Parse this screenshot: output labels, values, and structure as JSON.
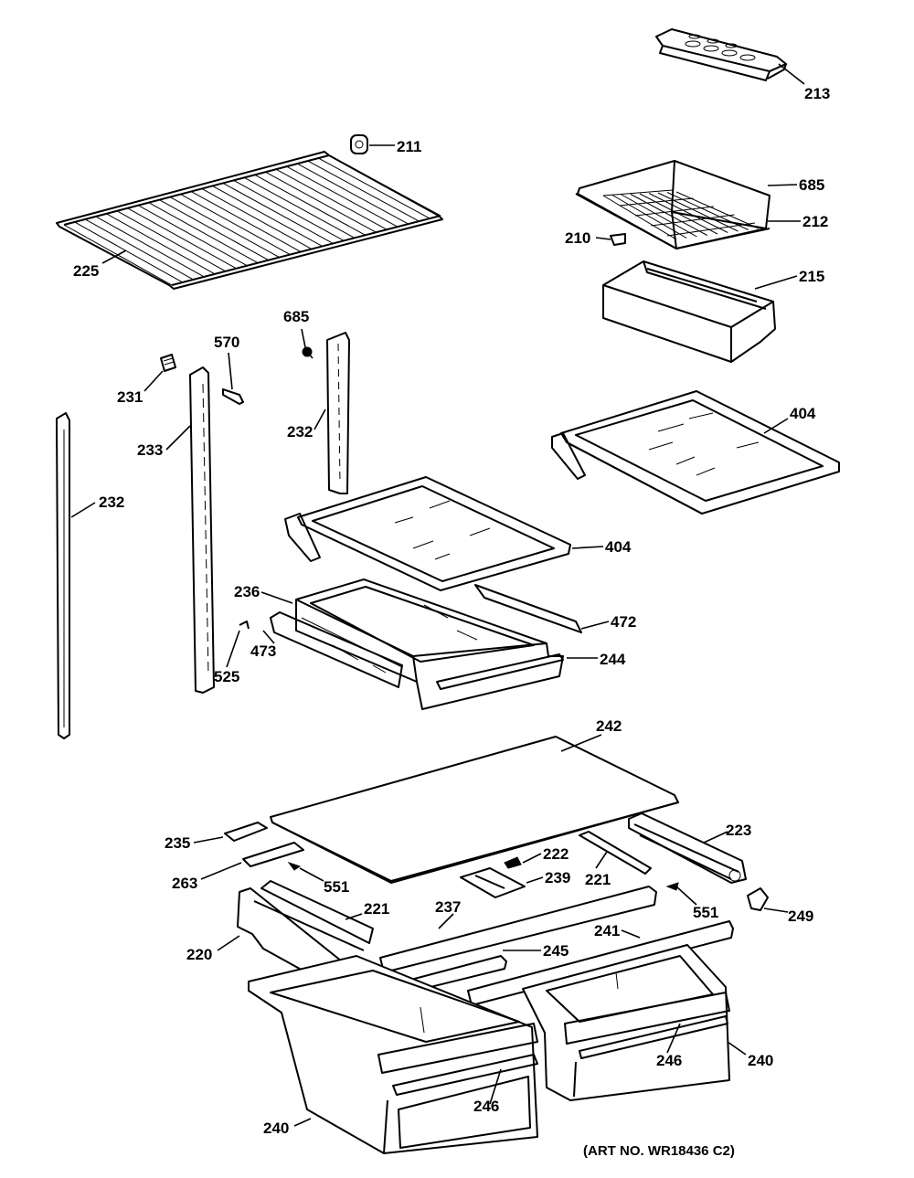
{
  "caption": "(ART NO. WR18436 C2)",
  "callouts": [
    {
      "id": "c213",
      "text": "213"
    },
    {
      "id": "c211",
      "text": "211"
    },
    {
      "id": "c685a",
      "text": "685"
    },
    {
      "id": "c212",
      "text": "212"
    },
    {
      "id": "c210",
      "text": "210"
    },
    {
      "id": "c215",
      "text": "215"
    },
    {
      "id": "c225",
      "text": "225"
    },
    {
      "id": "c685b",
      "text": "685"
    },
    {
      "id": "c570",
      "text": "570"
    },
    {
      "id": "c231",
      "text": "231"
    },
    {
      "id": "c232a",
      "text": "232"
    },
    {
      "id": "c233",
      "text": "233"
    },
    {
      "id": "c232b",
      "text": "232"
    },
    {
      "id": "c404a",
      "text": "404"
    },
    {
      "id": "c404b",
      "text": "404"
    },
    {
      "id": "c236",
      "text": "236"
    },
    {
      "id": "c472",
      "text": "472"
    },
    {
      "id": "c473",
      "text": "473"
    },
    {
      "id": "c525",
      "text": "525"
    },
    {
      "id": "c244",
      "text": "244"
    },
    {
      "id": "c242",
      "text": "242"
    },
    {
      "id": "c223",
      "text": "223"
    },
    {
      "id": "c235",
      "text": "235"
    },
    {
      "id": "c222",
      "text": "222"
    },
    {
      "id": "c263",
      "text": "263"
    },
    {
      "id": "c239",
      "text": "239"
    },
    {
      "id": "c221a",
      "text": "221"
    },
    {
      "id": "c551a",
      "text": "551"
    },
    {
      "id": "c221b",
      "text": "221"
    },
    {
      "id": "c237",
      "text": "237"
    },
    {
      "id": "c551b",
      "text": "551"
    },
    {
      "id": "c249",
      "text": "249"
    },
    {
      "id": "c220",
      "text": "220"
    },
    {
      "id": "c241",
      "text": "241"
    },
    {
      "id": "c245",
      "text": "245"
    },
    {
      "id": "c240a",
      "text": "240"
    },
    {
      "id": "c246a",
      "text": "246"
    },
    {
      "id": "c246b",
      "text": "246"
    },
    {
      "id": "c240b",
      "text": "240"
    }
  ]
}
